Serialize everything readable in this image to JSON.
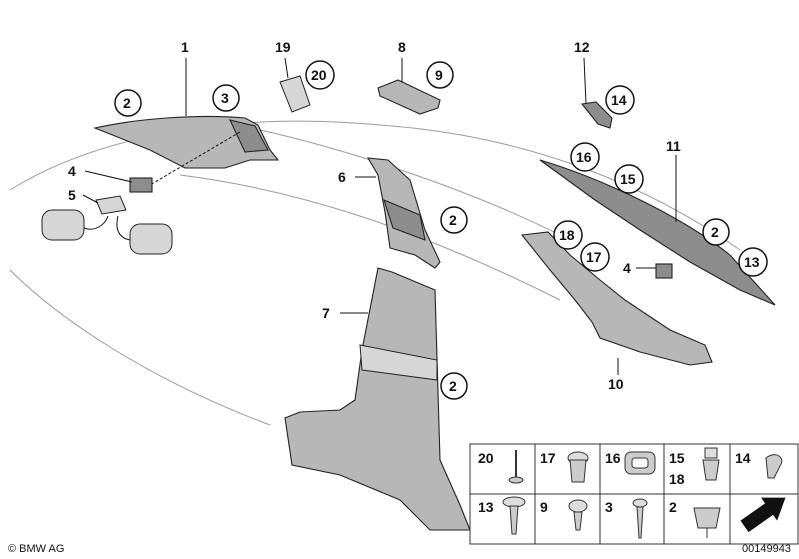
{
  "labels": {
    "l1": "1",
    "l2a": "2",
    "l3": "3",
    "l4a": "4",
    "l5": "5",
    "l6": "6",
    "l7": "7",
    "l8": "8",
    "l9": "9",
    "l10": "10",
    "l11": "11",
    "l12": "12",
    "l14": "14",
    "l15": "15",
    "l16": "16",
    "l17": "17",
    "l18": "18",
    "l19": "19",
    "l20": "20",
    "l2b": "2",
    "l2c": "2",
    "l2d": "2",
    "l13": "13",
    "l4b": "4"
  },
  "parts_table": {
    "row1": [
      "20",
      "17",
      "16",
      "15",
      "18",
      "14"
    ],
    "row2": [
      "13",
      "9",
      "3",
      "2"
    ]
  },
  "footer": {
    "brand": "© BMW AG",
    "doc_number": "00149943"
  }
}
